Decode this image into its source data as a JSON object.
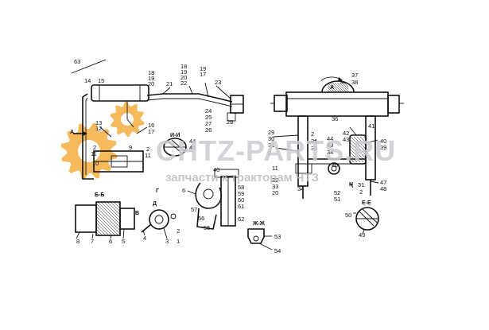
{
  "watermark": {
    "brand": "CHTZ-PARTS.RU",
    "tagline": "запчасти к тракторам ЧТЗ",
    "gear_color": "#f4b24a"
  },
  "views": {
    "section_bb": "Б-Б",
    "section_ee": "Е-Е",
    "section_zhzh": "Ж-Ж",
    "section_ii": "И-И",
    "view_a_left": "А",
    "view_a_right": "А",
    "view_b": "В",
    "view_g": "Г",
    "view_d": "Д",
    "view_n": "Н"
  },
  "callouts": [
    {
      "id": "c63",
      "text": "63"
    },
    {
      "id": "c14",
      "text": "14"
    },
    {
      "id": "c15",
      "text": "15"
    },
    {
      "id": "c18a",
      "text": "18"
    },
    {
      "id": "c19a",
      "text": "19"
    },
    {
      "id": "c20a",
      "text": "20"
    },
    {
      "id": "c21",
      "text": "21"
    },
    {
      "id": "c18b",
      "text": "18"
    },
    {
      "id": "c19b",
      "text": "19"
    },
    {
      "id": "c20b",
      "text": "20"
    },
    {
      "id": "c22",
      "text": "22"
    },
    {
      "id": "c19c",
      "text": "19"
    },
    {
      "id": "c17a",
      "text": "17"
    },
    {
      "id": "c23",
      "text": "23"
    },
    {
      "id": "c24",
      "text": "24"
    },
    {
      "id": "c25",
      "text": "25"
    },
    {
      "id": "c27",
      "text": "27"
    },
    {
      "id": "c26",
      "text": "26"
    },
    {
      "id": "c28",
      "text": "28"
    },
    {
      "id": "c13",
      "text": "13"
    },
    {
      "id": "c12",
      "text": "12"
    },
    {
      "id": "c16",
      "text": "16"
    },
    {
      "id": "c17b",
      "text": "17"
    },
    {
      "id": "c2a",
      "text": "2"
    },
    {
      "id": "c11a",
      "text": "11"
    },
    {
      "id": "c9",
      "text": "9"
    },
    {
      "id": "c10",
      "text": "10"
    },
    {
      "id": "c2b",
      "text": "2"
    },
    {
      "id": "c11b",
      "text": "11"
    },
    {
      "id": "c44a",
      "text": "44"
    },
    {
      "id": "c45a",
      "text": "45"
    },
    {
      "id": "c6a",
      "text": "6"
    },
    {
      "id": "c40",
      "text": "40"
    },
    {
      "id": "c58",
      "text": "58"
    },
    {
      "id": "c59",
      "text": "59"
    },
    {
      "id": "c60",
      "text": "60"
    },
    {
      "id": "c61",
      "text": "61"
    },
    {
      "id": "c62",
      "text": "62"
    },
    {
      "id": "c57",
      "text": "57"
    },
    {
      "id": "c56",
      "text": "56"
    },
    {
      "id": "c55",
      "text": "55"
    },
    {
      "id": "c8",
      "text": "8"
    },
    {
      "id": "c7",
      "text": "7"
    },
    {
      "id": "c6b",
      "text": "6"
    },
    {
      "id": "c5",
      "text": "5"
    },
    {
      "id": "c4",
      "text": "4"
    },
    {
      "id": "c3",
      "text": "3"
    },
    {
      "id": "c2c",
      "text": "2"
    },
    {
      "id": "c1",
      "text": "1"
    },
    {
      "id": "c53",
      "text": "53"
    },
    {
      "id": "c54",
      "text": "54"
    },
    {
      "id": "c37",
      "text": "37"
    },
    {
      "id": "c38",
      "text": "38"
    },
    {
      "id": "c36",
      "text": "36"
    },
    {
      "id": "c29",
      "text": "29"
    },
    {
      "id": "c30",
      "text": "30"
    },
    {
      "id": "c31a",
      "text": "31"
    },
    {
      "id": "c2d",
      "text": "2"
    },
    {
      "id": "c2e",
      "text": "2"
    },
    {
      "id": "c31b",
      "text": "31"
    },
    {
      "id": "c35",
      "text": "35"
    },
    {
      "id": "c44b",
      "text": "44"
    },
    {
      "id": "c43a",
      "text": "43"
    },
    {
      "id": "c34a",
      "text": "34"
    },
    {
      "id": "c42",
      "text": "42"
    },
    {
      "id": "c43b",
      "text": "43"
    },
    {
      "id": "c41",
      "text": "41"
    },
    {
      "id": "c40b",
      "text": "40"
    },
    {
      "id": "c39",
      "text": "39"
    },
    {
      "id": "c46",
      "text": "46"
    },
    {
      "id": "c11c",
      "text": "11"
    },
    {
      "id": "c32",
      "text": "32"
    },
    {
      "id": "c33",
      "text": "33"
    },
    {
      "id": "c20c",
      "text": "20"
    },
    {
      "id": "c34b",
      "text": "34"
    },
    {
      "id": "c31c",
      "text": "31"
    },
    {
      "id": "c2f",
      "text": "2"
    },
    {
      "id": "c47",
      "text": "47"
    },
    {
      "id": "c48",
      "text": "48"
    },
    {
      "id": "c52",
      "text": "52"
    },
    {
      "id": "c51",
      "text": "51"
    },
    {
      "id": "c50",
      "text": "50"
    },
    {
      "id": "c49",
      "text": "49"
    }
  ]
}
